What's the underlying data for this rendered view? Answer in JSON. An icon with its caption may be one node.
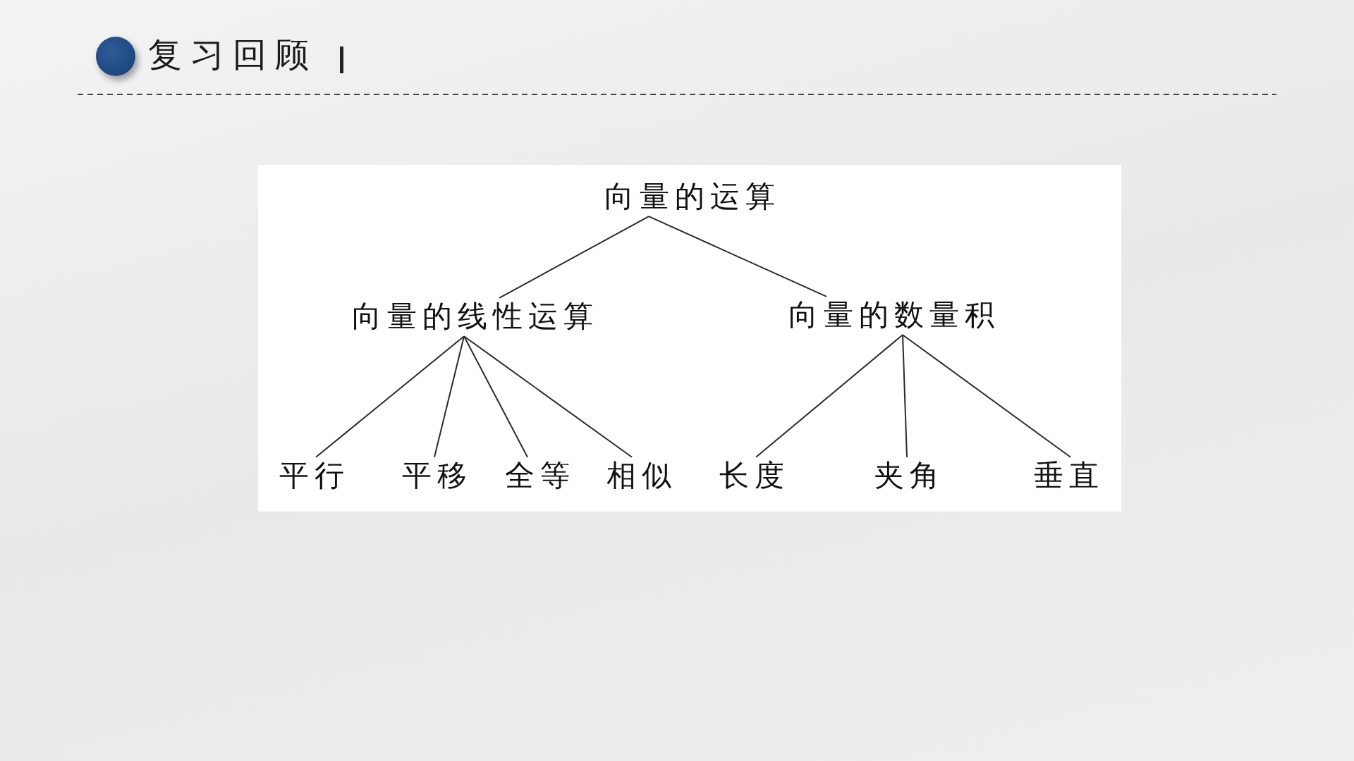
{
  "diagram": {
    "title": "复习回顾",
    "nodes": [
      {
        "text": [
          "向量的运算"
        ]
      },
      {
        "text": [
          "向量的线性运算"
        ]
      },
      {
        "text": [
          "向量的数量积"
        ]
      },
      {
        "text": [
          "平行"
        ]
      },
      {
        "text": [
          "平移"
        ]
      },
      {
        "text": [
          "全等"
        ]
      },
      {
        "text": [
          "相似"
        ]
      },
      {
        "text": [
          "长度"
        ]
      },
      {
        "text": [
          "夹角"
        ]
      },
      {
        "text": [
          "垂直"
        ]
      }
    ],
    "edges": [
      {
        "from": 0,
        "to": 1,
        "arrow": "none"
      },
      {
        "from": 0,
        "to": 2,
        "arrow": "none"
      },
      {
        "from": 1,
        "to": 3,
        "arrow": "none"
      },
      {
        "from": 1,
        "to": 4,
        "arrow": "none"
      },
      {
        "from": 1,
        "to": 5,
        "arrow": "none"
      },
      {
        "from": 1,
        "to": 6,
        "arrow": "none"
      },
      {
        "from": 2,
        "to": 7,
        "arrow": "none"
      },
      {
        "from": 2,
        "to": 8,
        "arrow": "none"
      },
      {
        "from": 2,
        "to": 9,
        "arrow": "none"
      }
    ]
  }
}
